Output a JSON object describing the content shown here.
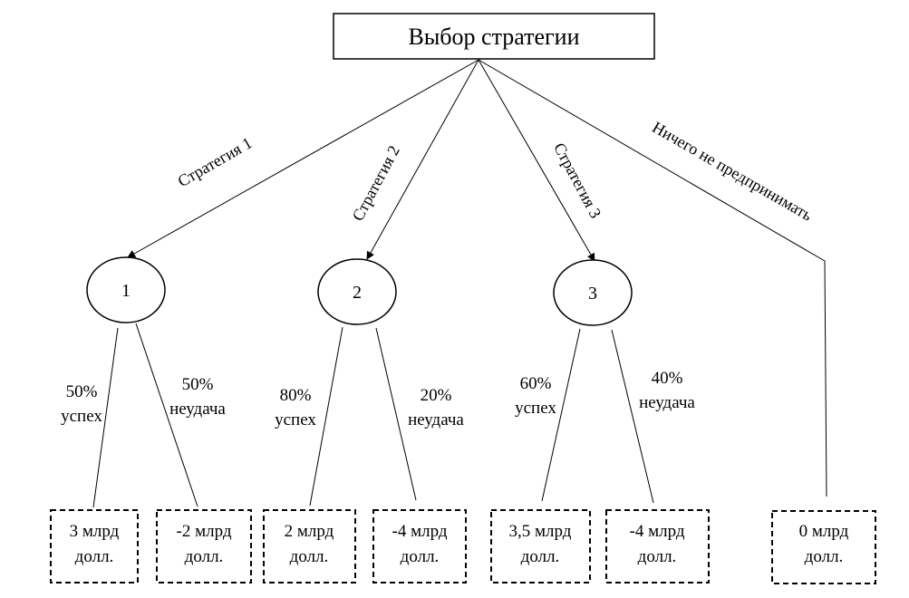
{
  "root": {
    "label": "Выбор стратегии"
  },
  "strategy_edges": {
    "s1": "Стратегия 1",
    "s2": "Стратегия 2",
    "s3": "Стратегия 3",
    "s4": "Ничего не предпринимать"
  },
  "nodes": {
    "n1": "1",
    "n2": "2",
    "n3": "3"
  },
  "branches": {
    "b1a": {
      "prob": "50%",
      "result": "успех"
    },
    "b1b": {
      "prob": "50%",
      "result": "неудача"
    },
    "b2a": {
      "prob": "80%",
      "result": "успех"
    },
    "b2b": {
      "prob": "20%",
      "result": "неудача"
    },
    "b3a": {
      "prob": "60%",
      "result": "успех"
    },
    "b3b": {
      "prob": "40%",
      "result": "неудача"
    }
  },
  "outcomes": {
    "o1": {
      "line1": "3 млрд",
      "line2": "долл."
    },
    "o2": {
      "line1": "-2 млрд",
      "line2": "долл."
    },
    "o3": {
      "line1": "2 млрд",
      "line2": "долл."
    },
    "o4": {
      "line1": "-4 млрд",
      "line2": "долл."
    },
    "o5": {
      "line1": "3,5 млрд",
      "line2": "долл."
    },
    "o6": {
      "line1": "-4 млрд",
      "line2": "долл."
    },
    "o7": {
      "line1": "0 млрд",
      "line2": "долл."
    }
  }
}
